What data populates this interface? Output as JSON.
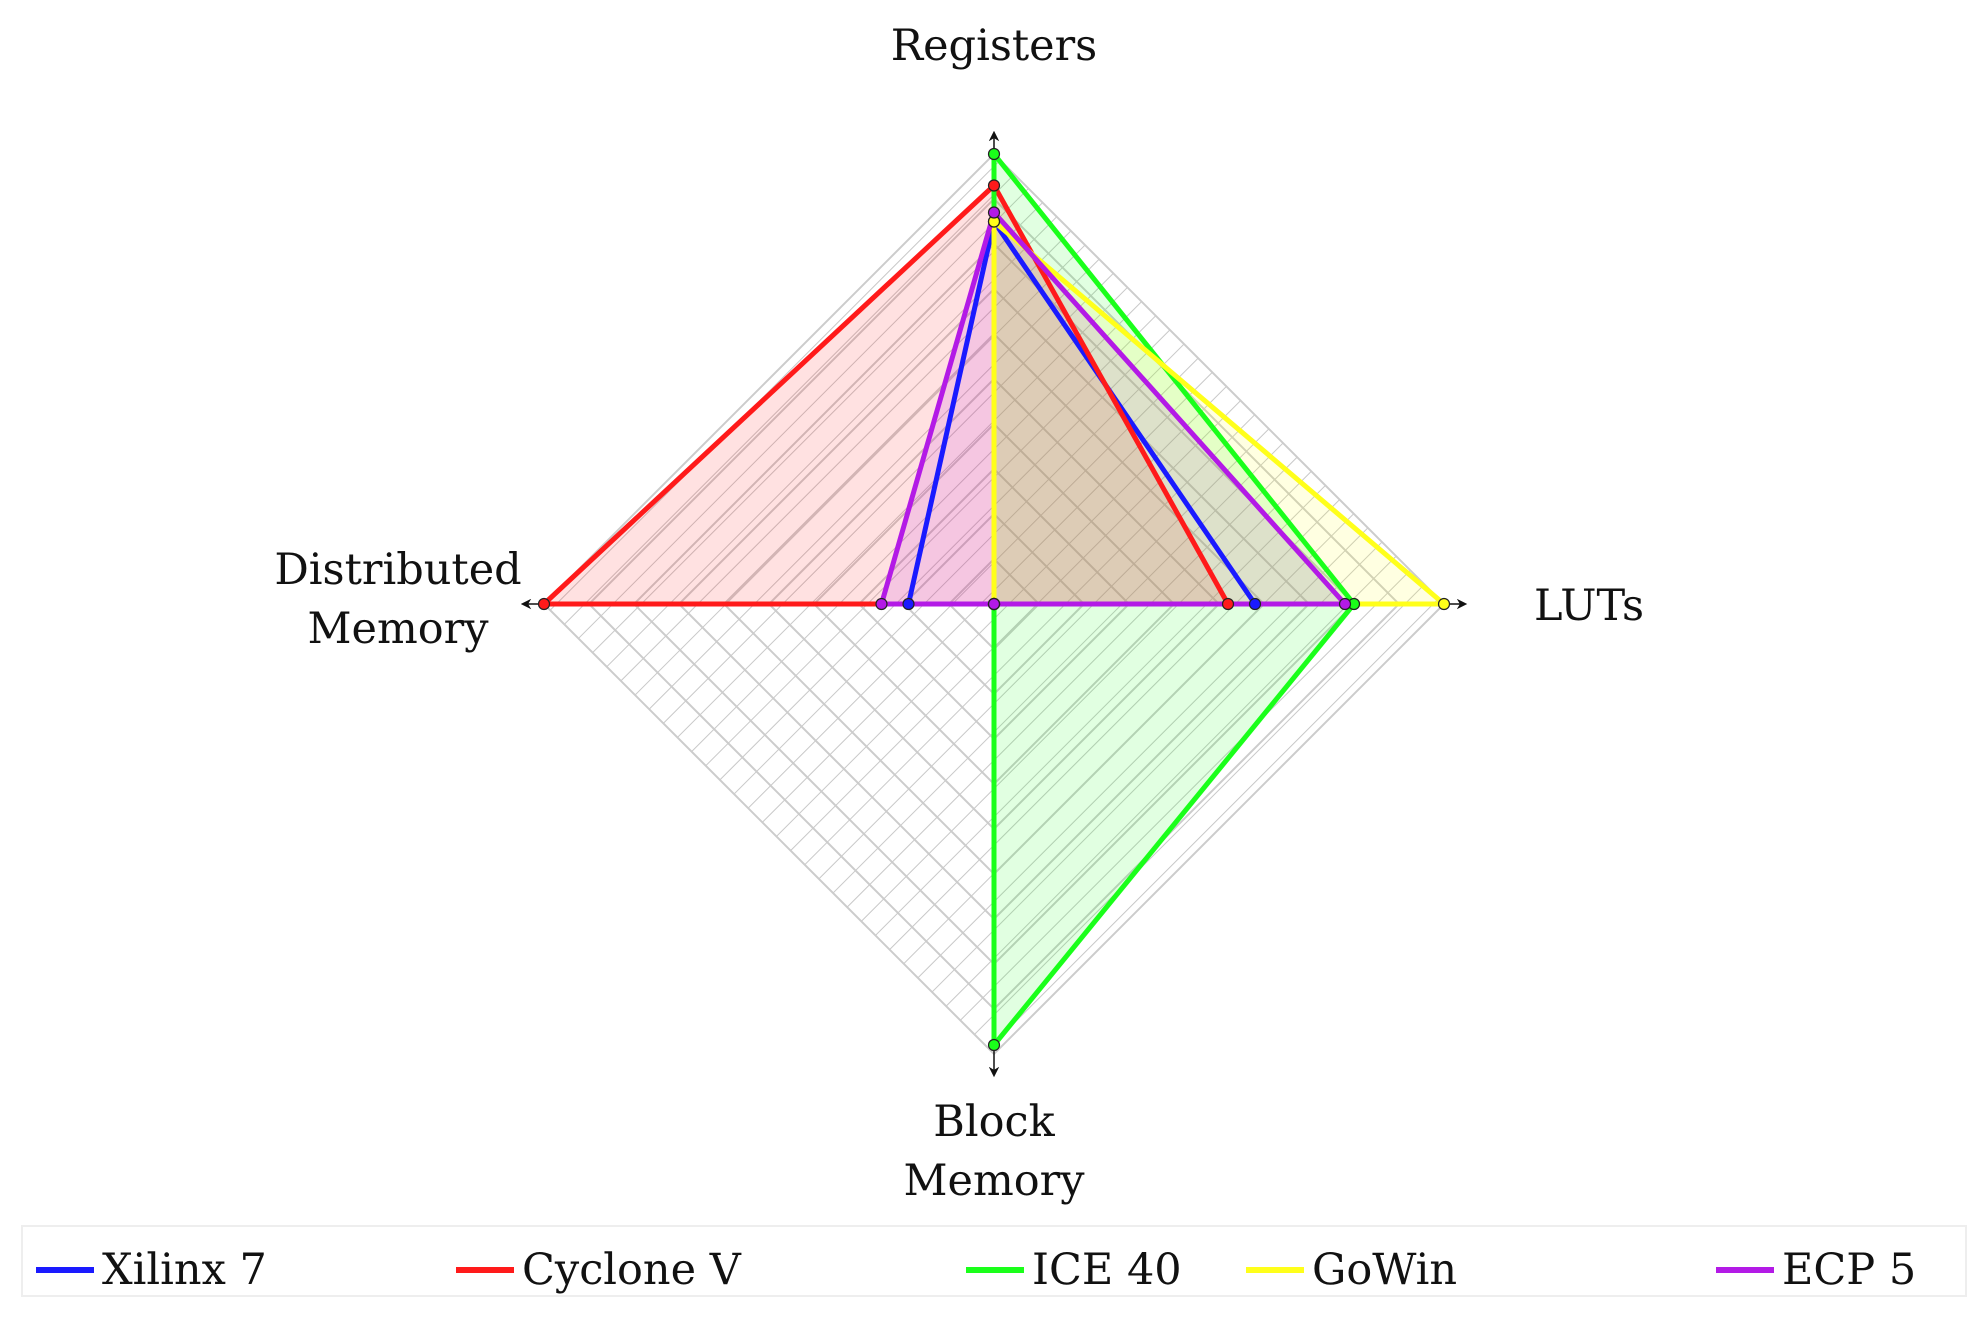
{
  "chart_data": {
    "type": "radar",
    "axes": [
      {
        "label_lines": [
          "Registers"
        ]
      },
      {
        "label_lines": [
          "LUTs"
        ]
      },
      {
        "label_lines": [
          "Block",
          "Memory"
        ]
      },
      {
        "label_lines": [
          "Distributed",
          "Memory"
        ]
      }
    ],
    "range": [
      0,
      1
    ],
    "grid": true,
    "grid_levels": 10,
    "legend_position": "bottom",
    "series": [
      {
        "name": "Xilinx 7",
        "color": "#1a1aff",
        "values": [
          0.85,
          0.58,
          0.0,
          0.19
        ],
        "filled": false
      },
      {
        "name": "Cyclone V",
        "color": "#ff1a1a",
        "values": [
          0.93,
          0.52,
          0.0,
          1.0
        ],
        "filled": true
      },
      {
        "name": "ICE 40",
        "color": "#1aff1a",
        "values": [
          1.0,
          0.8,
          0.98,
          0.0
        ],
        "filled": true
      },
      {
        "name": "GoWin",
        "color": "#ffff1a",
        "values": [
          0.85,
          1.0,
          0.0,
          0.0
        ],
        "filled": true
      },
      {
        "name": "ECP 5",
        "color": "#b31ae6",
        "values": [
          0.87,
          0.78,
          0.0,
          0.25
        ],
        "filled": true
      }
    ]
  }
}
